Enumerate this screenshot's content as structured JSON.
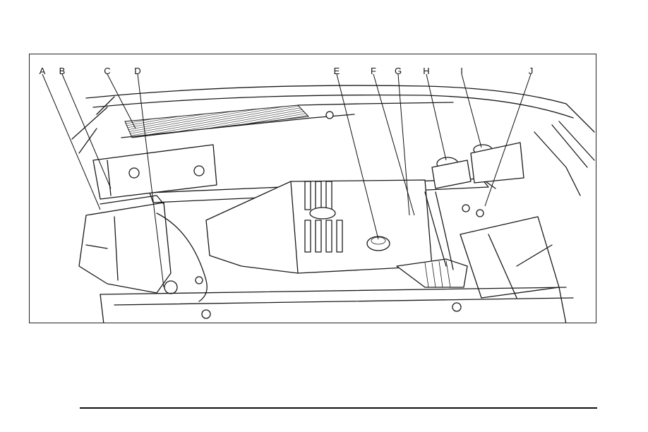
{
  "figure": {
    "description_icon": "engine-compartment-illustration",
    "callouts": [
      "A",
      "B",
      "C",
      "D",
      "E",
      "F",
      "G",
      "H",
      "I",
      "J"
    ]
  },
  "colors": {
    "ink": "#1a1a1a",
    "paper": "#ffffff"
  }
}
